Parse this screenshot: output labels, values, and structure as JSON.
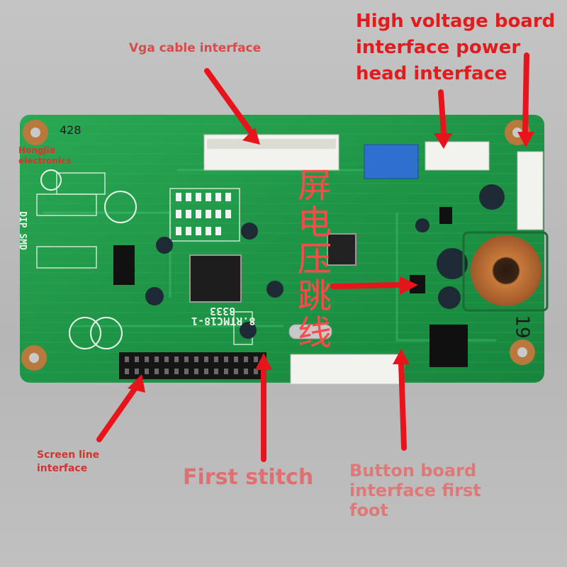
{
  "labels": {
    "vga_cable": "Vga cable interface",
    "high_voltage": "High voltage board\ninterface power\nhead interface",
    "brand": "Hongjia\nelectronics",
    "screen_line": "Screen line\ninterface",
    "first_stitch": "First stitch",
    "button_board": "Button board\ninterface first\nfoot",
    "screen_voltage_jumper": [
      "屏",
      "电",
      "压",
      "跳",
      "线"
    ]
  },
  "silkscreen": {
    "board_model": "8.RTMC18-1",
    "number": "8333",
    "handwriting_top": "428",
    "handwriting_right": "19",
    "side_text": "DIP SMD"
  },
  "colors": {
    "background": "#b9b9b9",
    "pcb_green": "#1f9a46",
    "arrow_red": "#e8141b",
    "connector_white": "#f2f2ee",
    "connector_blue": "#2f6fcf"
  }
}
